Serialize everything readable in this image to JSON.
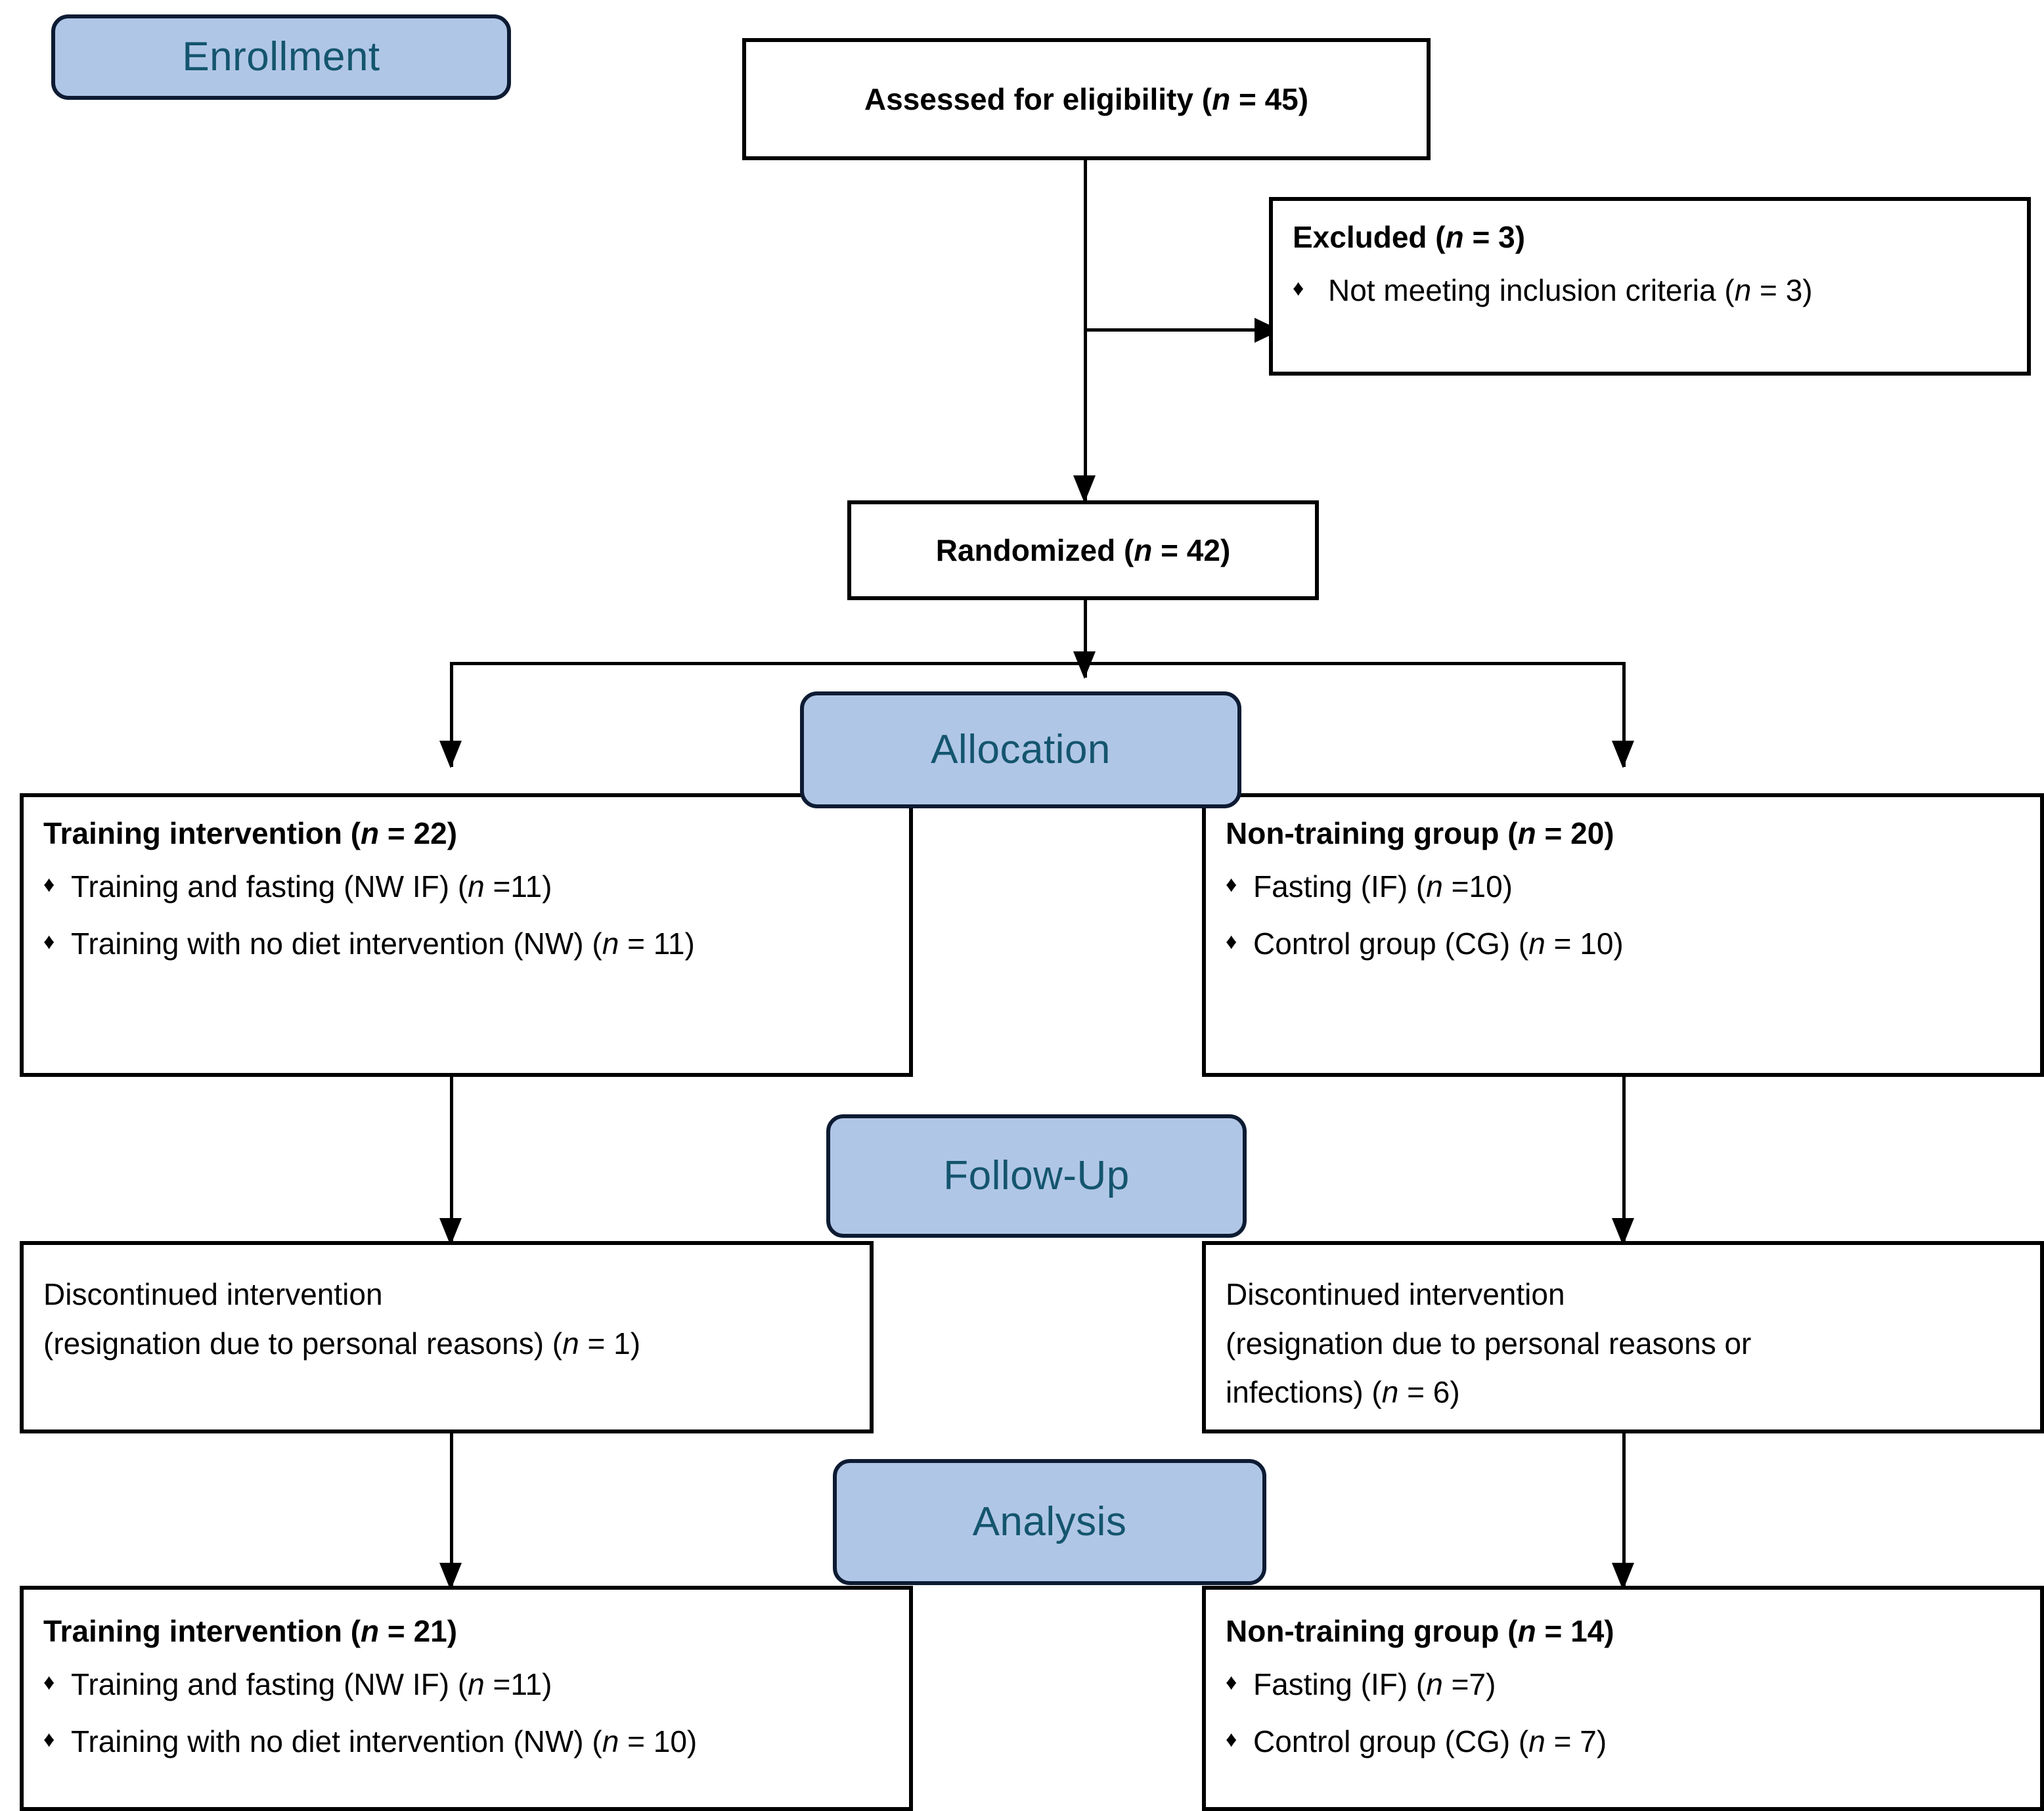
{
  "diagram": {
    "title": "CONSORT participant flow diagram",
    "colors": {
      "badge_fill": "#b0c6e6",
      "badge_border": "#0d1b33",
      "badge_text": "#14556e",
      "box_border": "#000000",
      "box_fill": "#ffffff",
      "text": "#000000"
    }
  },
  "stages": {
    "enrollment": "Enrollment",
    "allocation": "Allocation",
    "followup": "Follow-Up",
    "analysis": "Analysis"
  },
  "boxes": {
    "assessed": {
      "title_prefix": "Assessed for eligibility (",
      "n_symbol": "n",
      "title_suffix": " = 45)"
    },
    "excluded": {
      "title_prefix": "Excluded  (",
      "n_symbol": "n",
      "title_suffix": " = 3)",
      "bullets": [
        {
          "glyph": "♦",
          "prefix": "Not meeting inclusion criteria (",
          "n_symbol": "n",
          "suffix": " = 3)"
        }
      ]
    },
    "randomized": {
      "title_prefix": "Randomized (",
      "n_symbol": "n",
      "title_suffix": " = 42)"
    },
    "alloc_left": {
      "title_prefix": "Training intervention (",
      "n_symbol": "n",
      "title_suffix": " = 22)",
      "bullets": [
        {
          "glyph": "♦",
          "prefix": "Training and fasting (NW IF) (",
          "n_symbol": "n",
          "suffix": " =11)"
        },
        {
          "glyph": "♦",
          "prefix": "Training with no diet intervention (NW) (",
          "n_symbol": "n",
          "suffix": " = 11)"
        }
      ]
    },
    "alloc_right": {
      "title_prefix": "Non-training group (",
      "n_symbol": "n",
      "title_suffix": " = 20)",
      "bullets": [
        {
          "glyph": "♦",
          "prefix": "Fasting (IF) (",
          "n_symbol": "n",
          "suffix": " =10)"
        },
        {
          "glyph": "♦",
          "prefix": "Control group (CG) (",
          "n_symbol": "n",
          "suffix": " = 10)"
        }
      ]
    },
    "followup_left": {
      "line1": "Discontinued intervention",
      "line2_prefix": "(resignation due to personal reasons) (",
      "n_symbol": "n",
      "line2_suffix": " = 1)"
    },
    "followup_right": {
      "line1": "Discontinued intervention",
      "line2": "(resignation due to personal reasons or",
      "line3_prefix": "infections) (",
      "n_symbol": "n",
      "line3_suffix": " = 6)"
    },
    "analysis_left": {
      "title_prefix": "Training intervention (",
      "n_symbol": "n",
      "title_suffix": " = 21)",
      "bullets": [
        {
          "glyph": "♦",
          "prefix": "Training and fasting (NW IF) (",
          "n_symbol": "n",
          "suffix": " =11)"
        },
        {
          "glyph": "♦",
          "prefix": "Training with no diet intervention (NW) (",
          "n_symbol": "n",
          "suffix": " = 10)"
        }
      ]
    },
    "analysis_right": {
      "title_prefix": "Non-training group (",
      "n_symbol": "n",
      "title_suffix": " = 14)",
      "bullets": [
        {
          "glyph": "♦",
          "prefix": "Fasting (IF) (",
          "n_symbol": "n",
          "suffix": " =7)"
        },
        {
          "glyph": "♦",
          "prefix": "Control group (CG) (",
          "n_symbol": "n",
          "suffix": " = 7)"
        }
      ]
    }
  }
}
